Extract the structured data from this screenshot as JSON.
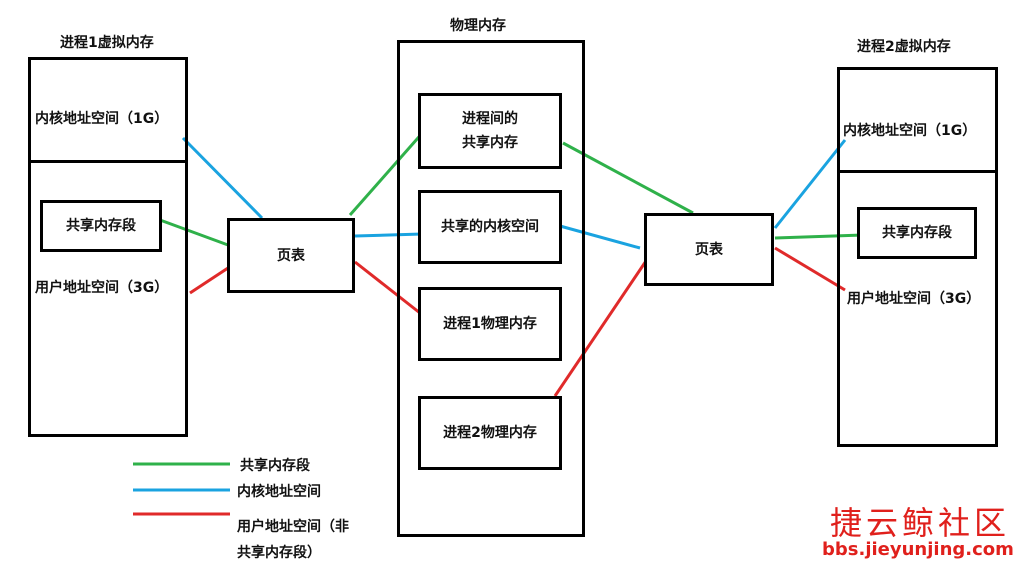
{
  "process1": {
    "title": "进程1虚拟内存",
    "kernel_space": "内核地址空间（1G）",
    "shared_segment": "共享内存段",
    "user_space": "用户地址空间（3G）"
  },
  "physical": {
    "title": "物理内存",
    "ipc_shared_line1": "进程间的",
    "ipc_shared_line2": "共享内存",
    "shared_kernel": "共享的内核空间",
    "proc1_phys": "进程1物理内存",
    "proc2_phys": "进程2物理内存"
  },
  "process2": {
    "title": "进程2虚拟内存",
    "kernel_space": "内核地址空间（1G）",
    "shared_segment": "共享内存段",
    "user_space": "用户地址空间（3G）"
  },
  "page_table_left": "页表",
  "page_table_right": "页表",
  "legend": {
    "items": [
      {
        "label": "共享内存段",
        "color": "#2fb14a"
      },
      {
        "label": "内核地址空间",
        "color": "#1aa3e0"
      },
      {
        "label": "用户地址空间（非",
        "label2": "共享内存段）",
        "color": "#e02a2a"
      }
    ]
  },
  "colors": {
    "green": "#2fb14a",
    "blue": "#1aa3e0",
    "red": "#e02a2a"
  },
  "watermark": {
    "line1": "捷云鲸社区",
    "line2": "bbs.jieyunjing.com"
  }
}
